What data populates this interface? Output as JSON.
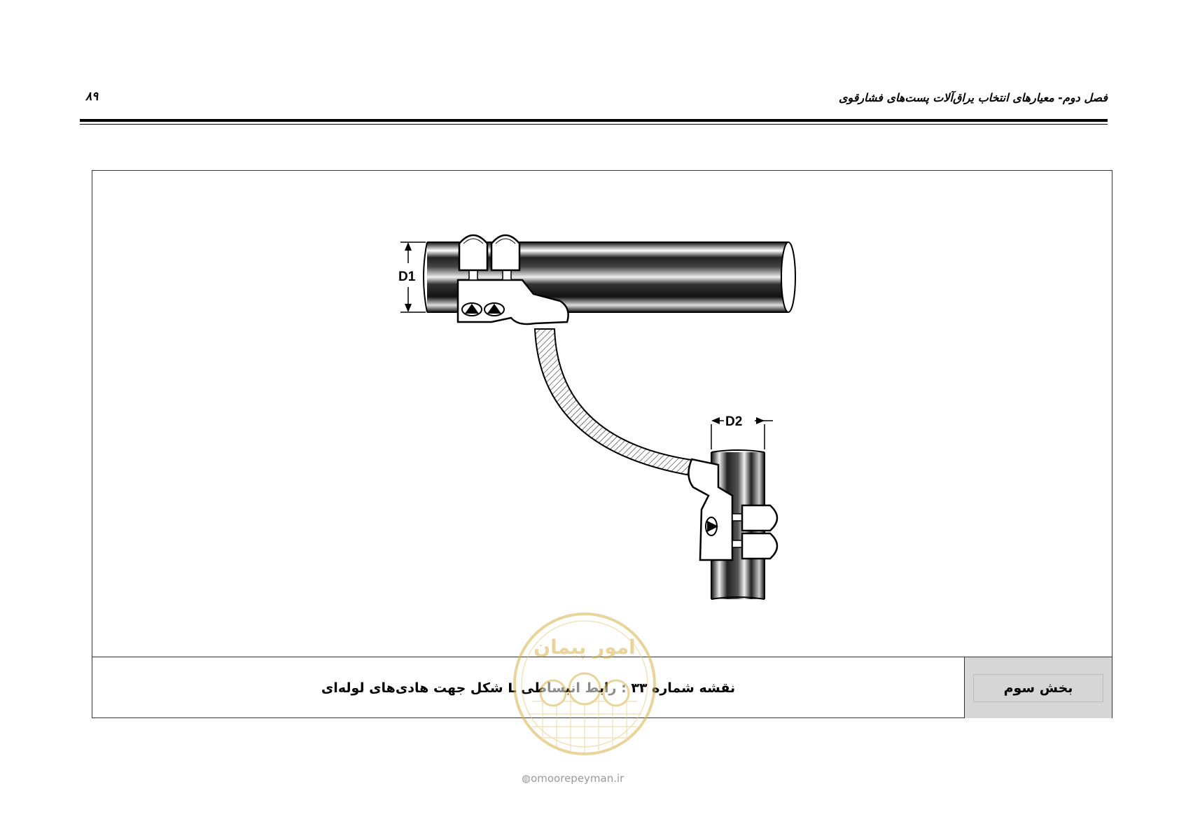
{
  "header": {
    "title": "فصل دوم- معیارهای انتخاب یراق‌آلات پست‌های فشارقوی",
    "page_number": "۸۹"
  },
  "figure": {
    "label_d1": "D1",
    "label_d2": "D2"
  },
  "caption": {
    "title": "نقشه شماره ۳۳ : رابط انبساطی L شکل جهت هادی‌های لوله‌ای",
    "section": "بخش سوم"
  },
  "watermark": {
    "brand": "امور پیمان",
    "url": "omoorepeyman.ir"
  },
  "colors": {
    "section_bg": "#d6d6d6",
    "watermark": "#d8b24a"
  }
}
